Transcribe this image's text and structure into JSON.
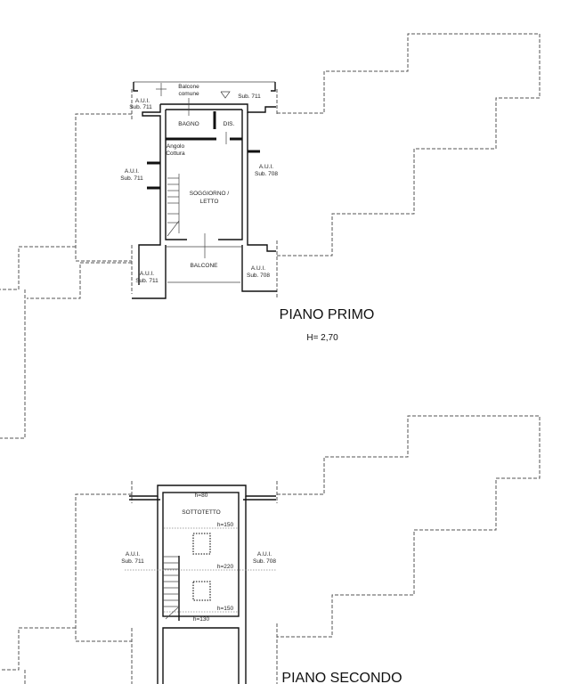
{
  "plans": [
    {
      "title": "PIANO PRIMO",
      "height_label": "H= 2,70",
      "rooms": {
        "balcone_comune_1": "Balcone",
        "balcone_comune_2": "comune",
        "bagno": "BAGNO",
        "dis": "DIS.",
        "angolo_1": "Angolo",
        "angolo_2": "Cottura",
        "soggiorno_1": "SOGGIORNO /",
        "soggiorno_2": "LETTO",
        "balcone": "BALCONE"
      },
      "neighbors": {
        "aui": "A.U.I.",
        "sub711": "Sub. 711",
        "sub708": "Sub. 708"
      }
    },
    {
      "title": "PIANO SECONDO",
      "rooms": {
        "sottotetto": "SOTTOTETTO",
        "h_top": "h=80",
        "h_150a": "h=150",
        "h_220": "h=220",
        "h_150b": "h=150",
        "h_130": "h=130"
      },
      "neighbors": {
        "aui": "A.U.I.",
        "sub711": "Sub. 711",
        "sub708": "Sub. 708"
      }
    }
  ]
}
